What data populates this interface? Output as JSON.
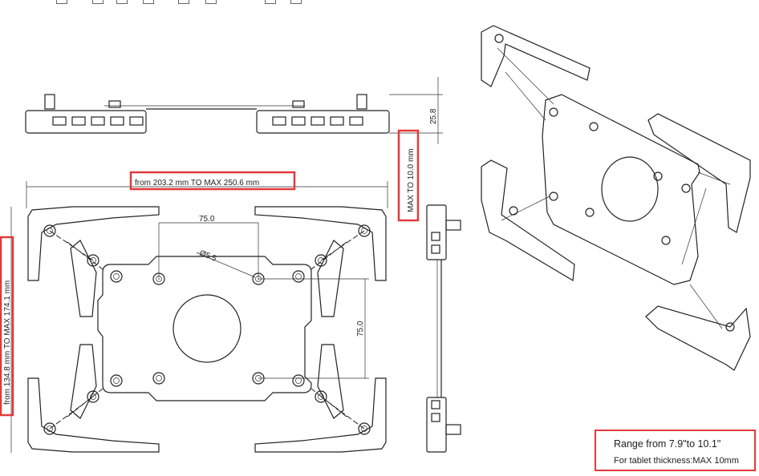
{
  "toolbar": {
    "icons": [
      "arrow-icon",
      "cursor-icon",
      "grid-icon",
      "zoom-in-icon",
      "zoom-out-icon",
      "fit-page-icon",
      "single-page-icon",
      "two-page-icon",
      "lock-icon",
      "bracket-icon",
      "select-icon"
    ]
  },
  "dimensions": {
    "width_range": "from 203.2 mm TO MAX 250.6 mm",
    "height_range": "from 134.8 mm TO MAX 174.1 mm",
    "max_thickness": "MAX TO 10.0 mm",
    "depth": "25.8",
    "vesa_horizontal": "75.0",
    "vesa_vertical": "75.0",
    "hole_diameter": "Ø5.5"
  },
  "note": {
    "range": "Range from 7.9\"to 10.1\"",
    "thickness": "For tablet thickness:MAX 10mm"
  },
  "colors": {
    "highlight": "#e23a3a",
    "line": "#222222"
  }
}
